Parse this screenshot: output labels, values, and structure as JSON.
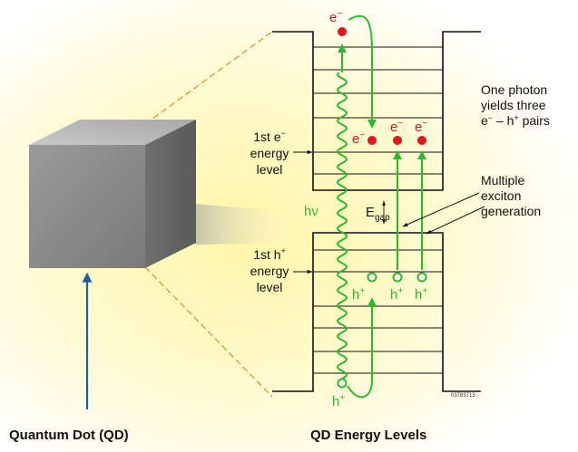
{
  "labels": {
    "quantum_dot": "Quantum Dot (QD)",
    "energy_levels": "QD Energy Levels",
    "first_electron_level": {
      "line1_prefix": "1st e",
      "line1_sup": "−",
      "line2": "energy",
      "line3": "level"
    },
    "first_hole_level": {
      "line1_prefix": "1st h",
      "line1_sup": "+",
      "line2": "energy",
      "line3": "level"
    },
    "photon": "hν",
    "gap": {
      "main": "E",
      "sub": "gap"
    },
    "one_photon": {
      "line1": "One photon",
      "line2": "yields three",
      "line3_a": "e",
      "line3_a_sup": "−",
      "line3_mid": " – h",
      "line3_b_sup": "+",
      "line3_end": " pairs"
    },
    "mexc": {
      "line1": "Multiple",
      "line2": "exciton",
      "line3": "generation"
    },
    "electron": {
      "base": "e",
      "sup": "−"
    },
    "hole": {
      "base": "h",
      "sup": "+"
    },
    "figure_id": "03783713"
  },
  "colors": {
    "photon_wave": "#2db82d",
    "transition_arrow": "#2db82d",
    "electron": "#e3141b",
    "hole": "#2db82d",
    "text": "#111111",
    "pointer_arrow": "#1f5f9e",
    "glow": "#fff6a8"
  }
}
